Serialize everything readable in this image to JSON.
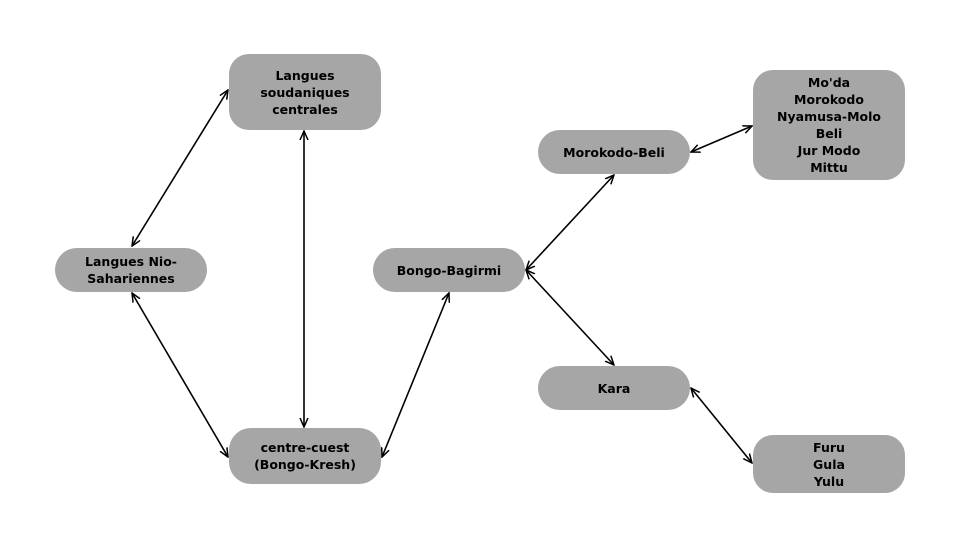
{
  "nodes": {
    "langues_soudaniques_centrales": [
      "Langues",
      "soudaniques",
      "centrales"
    ],
    "langues_nio_sahariennes": [
      "Langues Nio-",
      "Sahariennes"
    ],
    "centre_cuest": [
      "centre-cuest",
      "(Bongo-Kresh)"
    ],
    "bongo_bagirmi": [
      "Bongo-Bagirmi"
    ],
    "morokodo_beli": [
      "Morokodo-Beli"
    ],
    "kara": [
      "Kara"
    ],
    "morokodo_beli_languages": [
      "Mo'da",
      "Morokodo",
      "Nyamusa-Molo",
      "Beli",
      "Jur Modo",
      "Mittu"
    ],
    "kara_languages": [
      "Furu",
      "Gula",
      "Yulu"
    ]
  },
  "connections": [
    {
      "from": "langues_soudaniques_centrales",
      "to": "langues_nio_sahariennes",
      "direction": "both"
    },
    {
      "from": "langues_soudaniques_centrales",
      "to": "centre_cuest",
      "direction": "both"
    },
    {
      "from": "langues_nio_sahariennes",
      "to": "centre_cuest",
      "direction": "both"
    },
    {
      "from": "centre_cuest",
      "to": "bongo_bagirmi",
      "direction": "both"
    },
    {
      "from": "bongo_bagirmi",
      "to": "morokodo_beli",
      "direction": "both"
    },
    {
      "from": "bongo_bagirmi",
      "to": "kara",
      "direction": "both"
    },
    {
      "from": "morokodo_beli",
      "to": "morokodo_beli_languages",
      "direction": "both"
    },
    {
      "from": "kara",
      "to": "kara_languages",
      "direction": "both"
    }
  ],
  "colors": {
    "node_fill": "#a6a6a6",
    "arrow": "#000000",
    "text": "#000000",
    "background": "#ffffff"
  }
}
